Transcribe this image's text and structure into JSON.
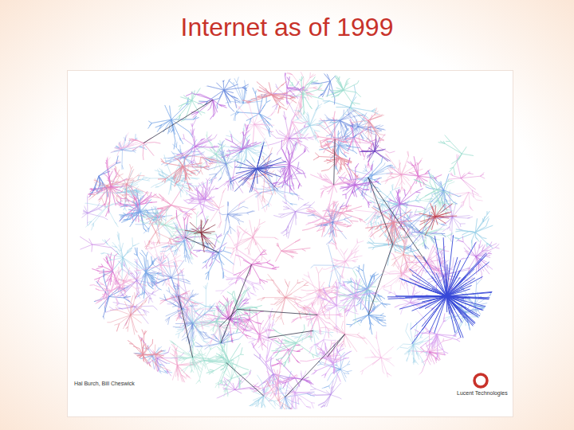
{
  "diagram": {
    "title": "Internet as of 1999",
    "labels": [
      "Hal Burch, Bill Cheswick",
      "Lucent Technologies"
    ]
  }
}
